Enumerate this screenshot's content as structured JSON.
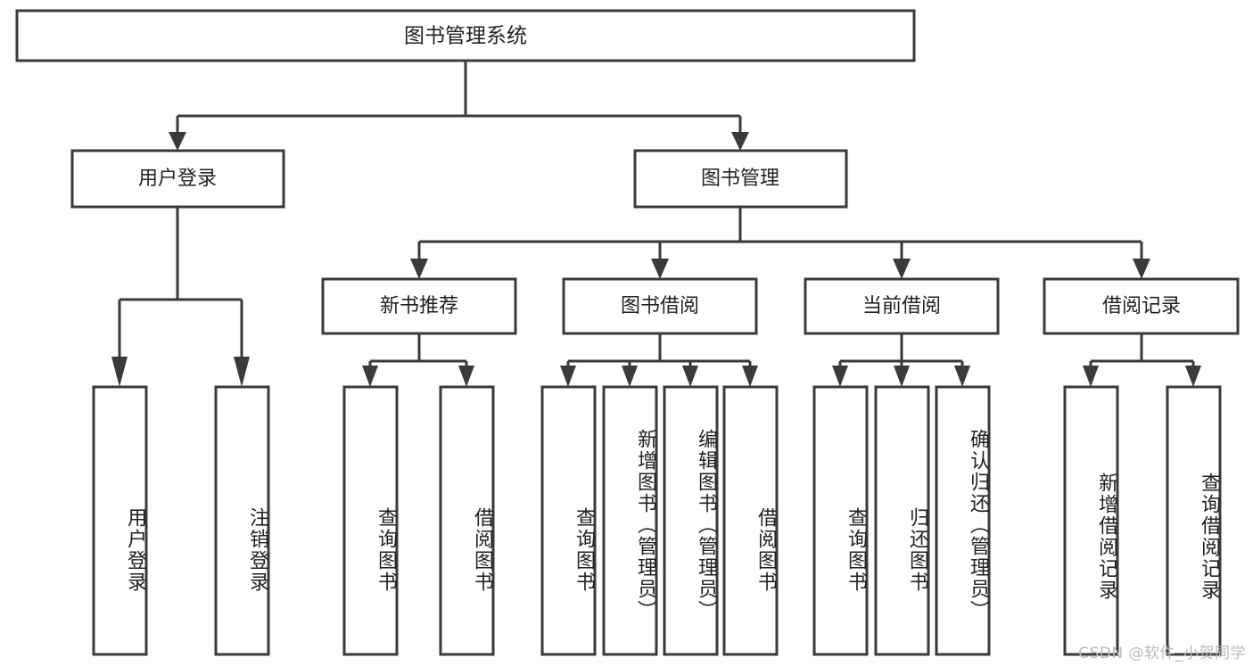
{
  "diagram": {
    "type": "tree",
    "title": "图书管理系统",
    "watermark": "CSDN @软件_小贺同学",
    "colors": {
      "box_stroke": "#3a3a3a",
      "box_fill": "#ffffff",
      "text": "#222222",
      "background": "#ffffff",
      "watermark": "#b9b9b9"
    },
    "root": {
      "label": "图书管理系统"
    },
    "level2": [
      {
        "label": "用户登录"
      },
      {
        "label": "图书管理"
      }
    ],
    "level3": [
      {
        "label": "新书推荐"
      },
      {
        "label": "图书借阅"
      },
      {
        "label": "当前借阅"
      },
      {
        "label": "借阅记录"
      }
    ],
    "leaves": {
      "user_login": [
        {
          "label": "用户登录"
        },
        {
          "label": "注销登录"
        }
      ],
      "new_book_recommend": [
        {
          "label": "查询图书"
        },
        {
          "label": "借阅图书"
        }
      ],
      "book_borrow": [
        {
          "label": "查询图书"
        },
        {
          "label": "新增图书（管理员）"
        },
        {
          "label": "编辑图书（管理员）"
        },
        {
          "label": "借阅图书"
        }
      ],
      "current_borrow": [
        {
          "label": "查询图书"
        },
        {
          "label": "归还图书"
        },
        {
          "label": "确认归还（管理员）"
        }
      ],
      "borrow_record": [
        {
          "label": "新增借阅记录"
        },
        {
          "label": "查询借阅记录"
        }
      ]
    }
  }
}
